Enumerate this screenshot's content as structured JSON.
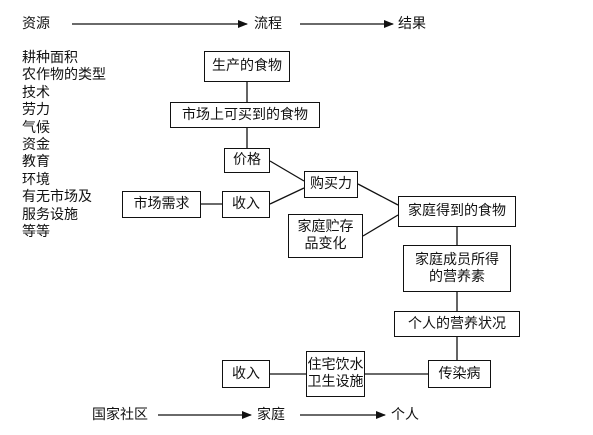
{
  "header": {
    "resources": "资源",
    "process": "流程",
    "results": "结果"
  },
  "footer": {
    "country": "国家社区",
    "family": "家庭",
    "individual": "个人"
  },
  "resources_list": [
    "耕种面积",
    "农作物的类型",
    "技术",
    "劳力",
    "气候",
    "资金",
    "教育",
    "环境",
    "有无市场及",
    "服务设施",
    "等等"
  ],
  "boxes": {
    "production": "生产的食物",
    "market_food": "市场上可买到的食物",
    "price": "价格",
    "purchasing_power": "购买力",
    "market_demand": "市场需求",
    "income": "收入",
    "household_food": "家庭得到的食物",
    "stock_change": "家庭贮存\n品变化",
    "member_nutrients": "家庭成员所得\n的营养素",
    "individual_nutrition": "个人的营养状况",
    "income2": "收入",
    "housing": "住宅饮水\n卫生设施",
    "infectious_disease": "传染病"
  }
}
